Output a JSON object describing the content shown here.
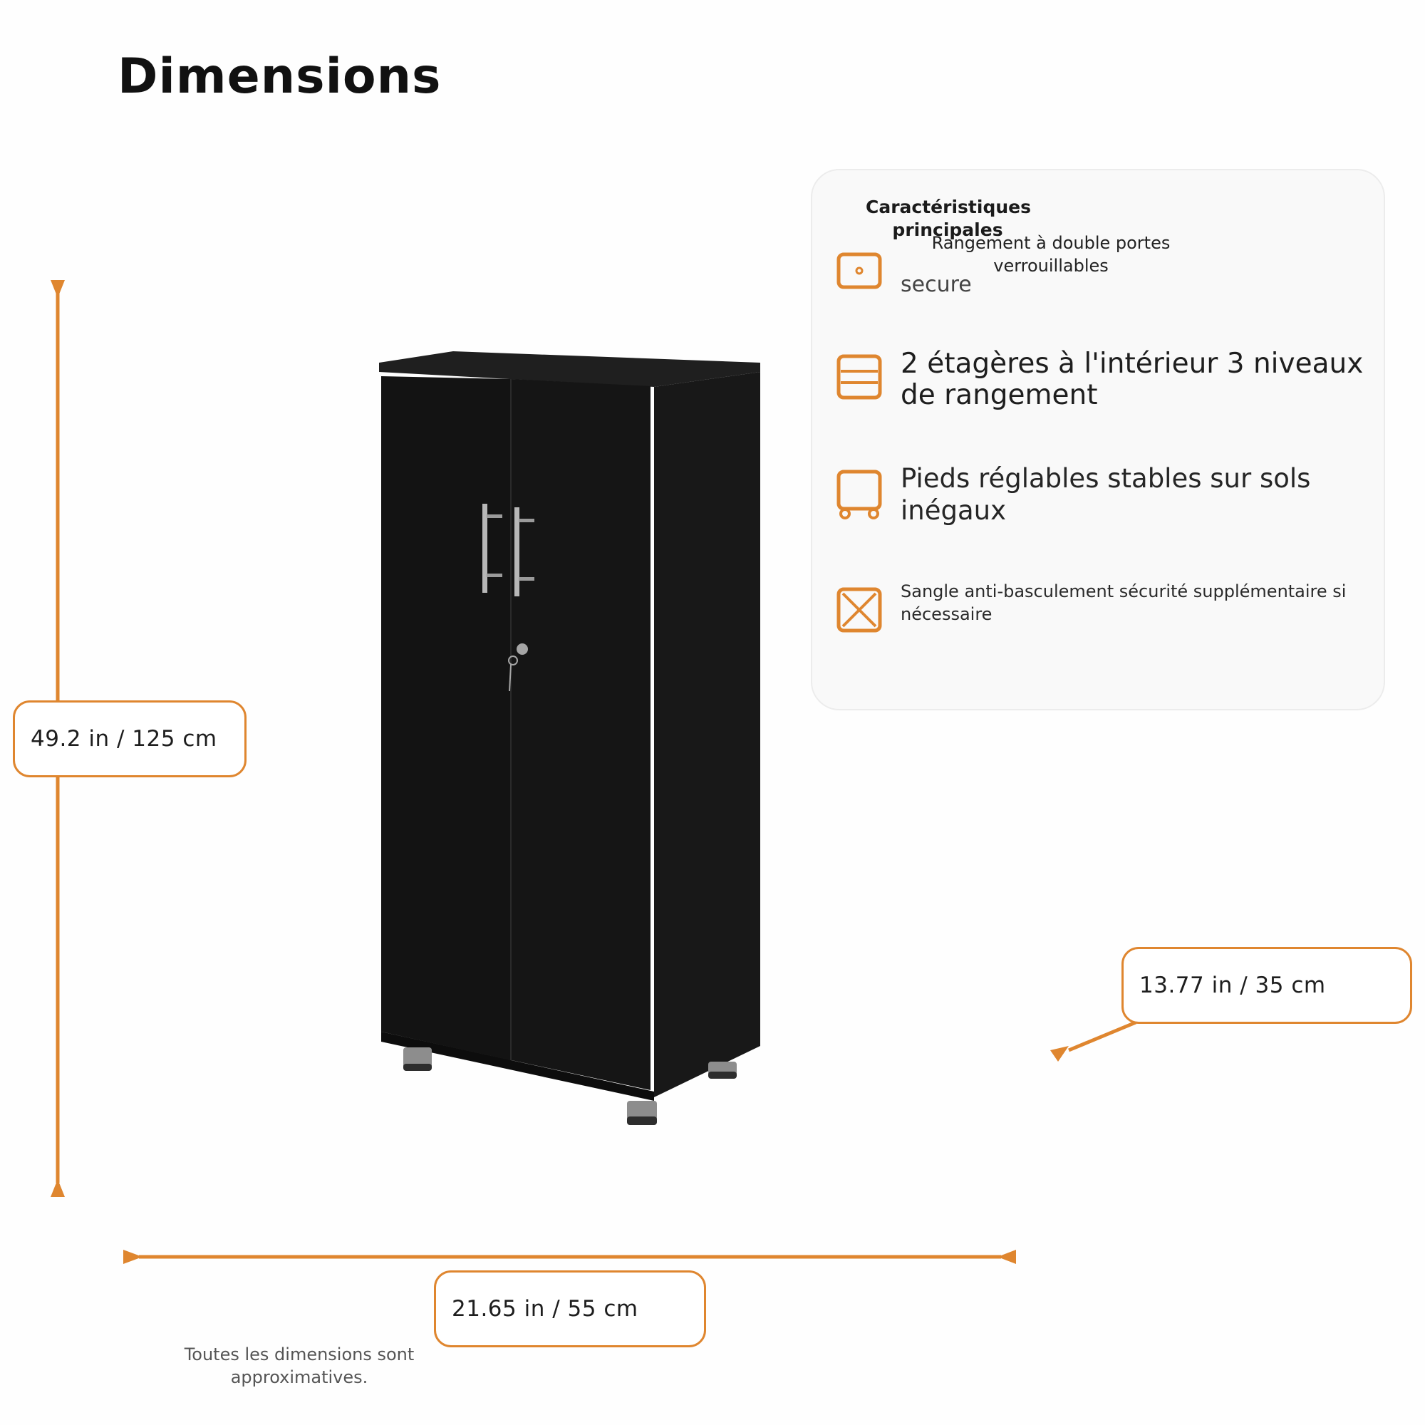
{
  "header": {
    "title": "Dimensions"
  },
  "features": {
    "title": "Caractéristiques principales",
    "items": [
      {
        "icon": "lock-icon",
        "text": "Rangement à double portes verrouillables",
        "extra": "secure"
      },
      {
        "icon": "shelves-icon",
        "text": "2 étagères à l'intérieur 3 niveaux de rangement"
      },
      {
        "icon": "feet-icon",
        "text": "Pieds réglables stables sur sols inégaux"
      },
      {
        "icon": "anti-tip-icon",
        "text": "Sangle anti-basculement sécurité supplémentaire si nécessaire"
      }
    ]
  },
  "dimensions": {
    "height": "49.2 in / 125 cm",
    "depth": "13.77 in / 35 cm",
    "width": "21.65 in / 55 cm"
  },
  "note": "Toutes les dimensions sont approximatives.",
  "colors": {
    "accent": "#df862f",
    "cabinet": "#161616"
  }
}
